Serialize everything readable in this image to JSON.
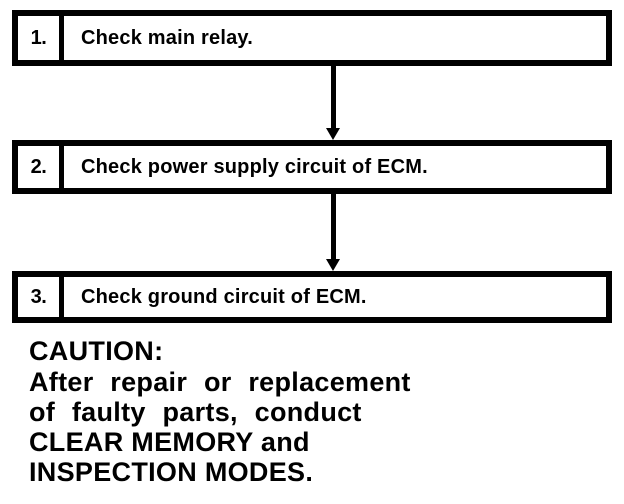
{
  "diagram": {
    "type": "flowchart",
    "steps": [
      {
        "number": "1.",
        "label": "Check main relay."
      },
      {
        "number": "2.",
        "label": "Check power supply circuit of ECM."
      },
      {
        "number": "3.",
        "label": "Check ground circuit of ECM."
      }
    ],
    "connectors": [
      {
        "name": "arrow-step1-to-step2",
        "direction": "down"
      },
      {
        "name": "arrow-step2-to-step3",
        "direction": "down"
      }
    ]
  },
  "caution": {
    "title": "CAUTION:",
    "lines": [
      "After repair or replacement",
      "of faulty parts, conduct",
      "CLEAR MEMORY and",
      "INSPECTION MODES."
    ]
  },
  "colors": {
    "ink": "#000000",
    "paper": "#ffffff"
  }
}
